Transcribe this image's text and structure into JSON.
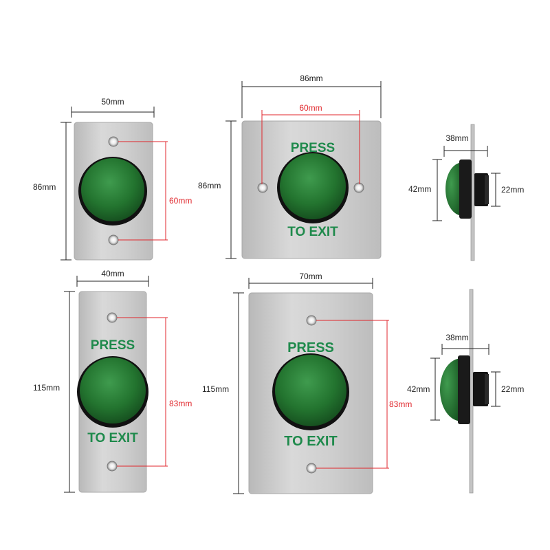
{
  "colors": {
    "dimension_line": "#222222",
    "center_line": "#e0262b",
    "plate": "#c8c8c8",
    "button": "#1e6e2e",
    "legend_text": "#1f8a4c"
  },
  "plates": [
    {
      "name": "plate-86x50",
      "width_label": "50mm",
      "height_label": "86mm",
      "hole_spacing_label": "60mm",
      "legend_top": "",
      "legend_bottom": ""
    },
    {
      "name": "plate-86x86",
      "width_label": "86mm",
      "height_label": "86mm",
      "hole_spacing_label": "60mm",
      "legend_top": "PRESS",
      "legend_bottom": "TO EXIT"
    },
    {
      "name": "plate-115x40",
      "width_label": "40mm",
      "height_label": "115mm",
      "hole_spacing_label": "83mm",
      "legend_top": "PRESS",
      "legend_bottom": "TO EXIT"
    },
    {
      "name": "plate-115x70",
      "width_label": "70mm",
      "height_label": "115mm",
      "hole_spacing_label": "83mm",
      "legend_top": "PRESS",
      "legend_bottom": "TO EXIT"
    }
  ],
  "side_views": [
    {
      "name": "side-view-top",
      "depth_label": "38mm",
      "dome_diameter_label": "42mm",
      "base_diameter_label": "22mm"
    },
    {
      "name": "side-view-bottom",
      "depth_label": "38mm",
      "dome_diameter_label": "42mm",
      "base_diameter_label": "22mm"
    }
  ]
}
